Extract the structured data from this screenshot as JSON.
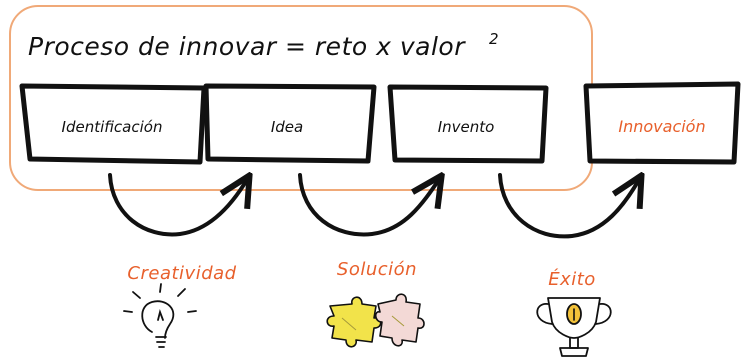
{
  "diagram": {
    "formula": {
      "text": "Proceso de innovar = reto x valor",
      "superscript": "2"
    },
    "stages": [
      {
        "label": "Identificación"
      },
      {
        "label": "Idea"
      },
      {
        "label": "Invento"
      },
      {
        "label": "Innovación",
        "highlight": true
      }
    ],
    "outcomes": [
      {
        "label": "Creatividad",
        "icon": "lightbulb-icon"
      },
      {
        "label": "Solución",
        "icon": "puzzle-pieces-icon"
      },
      {
        "label": "Éxito",
        "icon": "trophy-icon"
      }
    ],
    "colors": {
      "accent": "#e8602c",
      "ink": "#111111",
      "puzzle_yellow": "#f2e34a",
      "puzzle_pink": "#f3d9d6",
      "trophy_gold": "#f3c23a"
    }
  }
}
